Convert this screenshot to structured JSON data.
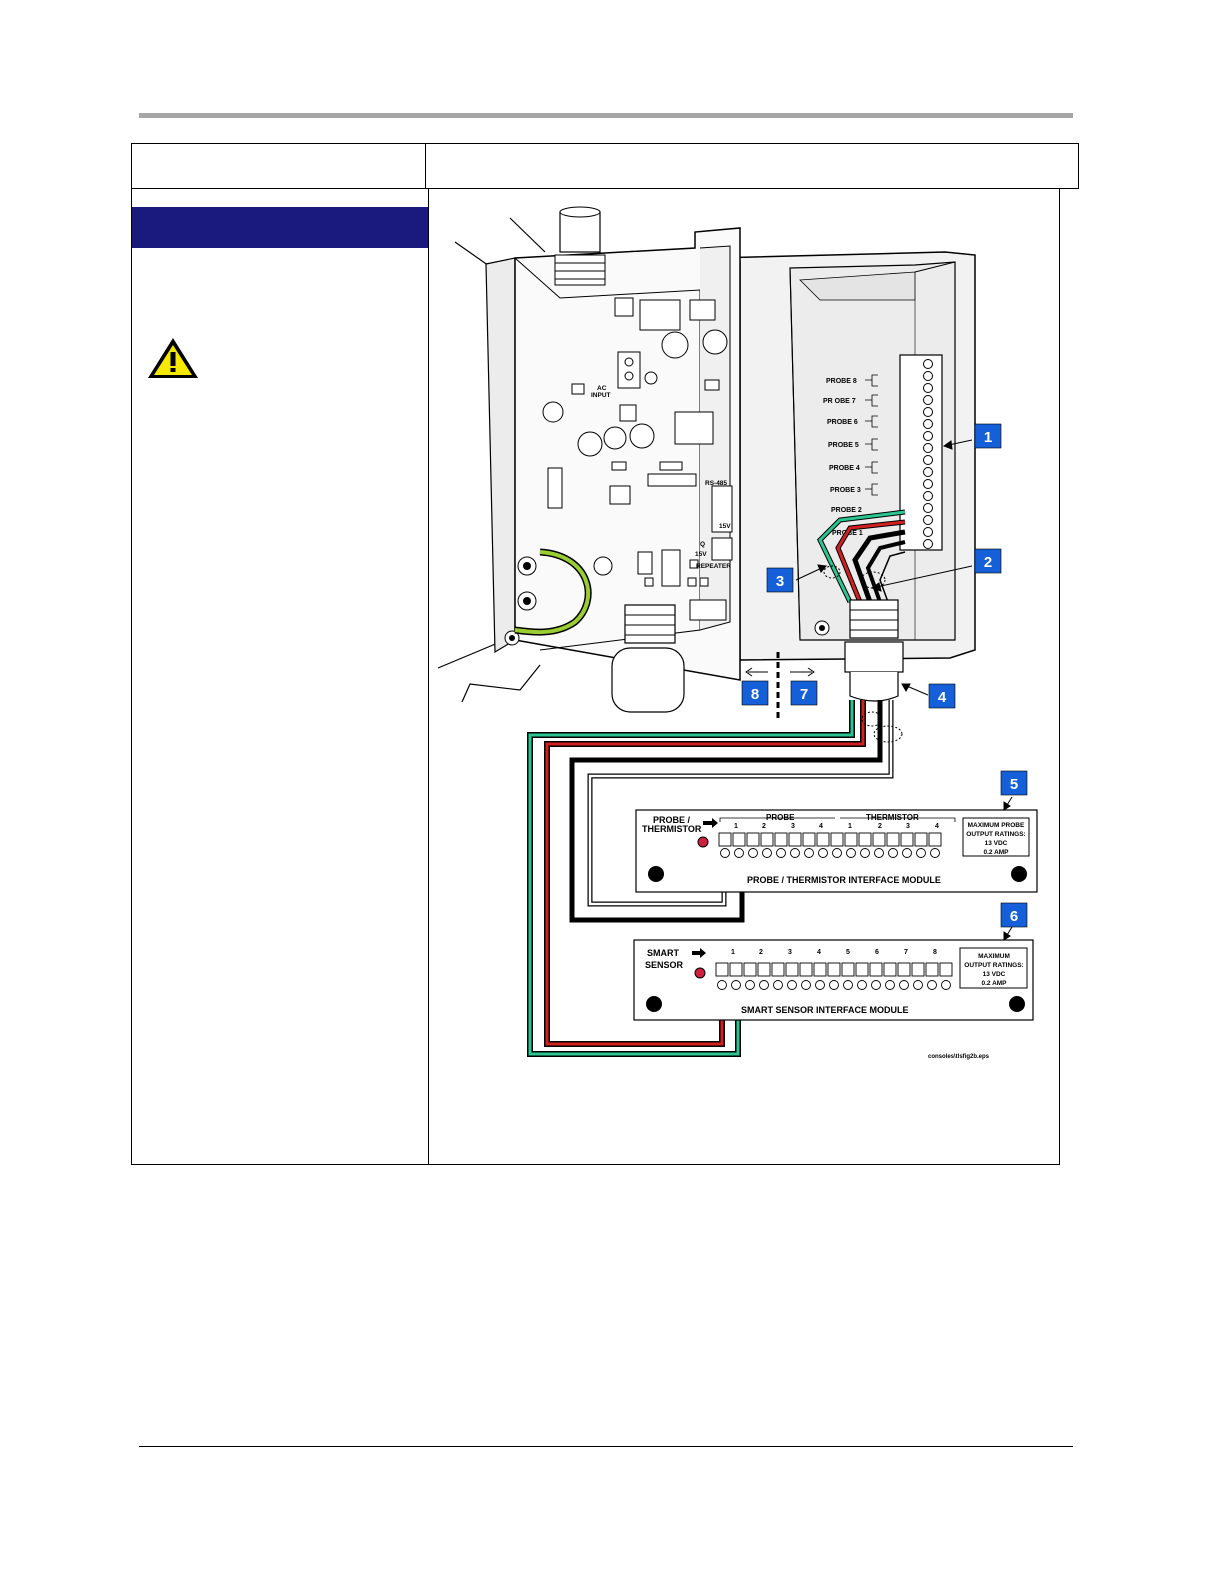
{
  "diagram": {
    "board_labels": {
      "ac_input_1": "AC",
      "ac_input_2": "INPUT",
      "rs485": "RS-485",
      "v15a": "15V",
      "v15b": "15V",
      "q": "Q",
      "repeater": "REPEATER"
    },
    "probe_labels": [
      "PROBE 8",
      "PR OBE 7",
      "PROBE 6",
      "PROBE 5",
      "PROBE 4",
      "PROBE 3",
      "PROBE 2",
      "PROBE 1"
    ],
    "callouts": [
      "1",
      "2",
      "3",
      "4",
      "5",
      "6",
      "7",
      "8"
    ],
    "probe_module": {
      "title_1": "PROBE /",
      "title_2": "THERMISTOR",
      "group_probe": "PROBE",
      "group_thermistor": "THERMISTOR",
      "ratings_1": "MAXIMUM PROBE",
      "ratings_2": "OUTPUT RATINGS:",
      "ratings_3": "13 VDC",
      "ratings_4": "0.2 AMP",
      "name": "PROBE / THERMISTOR INTERFACE MODULE"
    },
    "smart_module": {
      "title_1": "SMART",
      "title_2": "SENSOR",
      "ratings_1": "MAXIMUM",
      "ratings_2": "OUTPUT RATINGS:",
      "ratings_3": "13 VDC",
      "ratings_4": "0.2 AMP",
      "name": "SMART SENSOR INTERFACE MODULE"
    },
    "filename": "consoles\\tlsfig2b.eps"
  }
}
